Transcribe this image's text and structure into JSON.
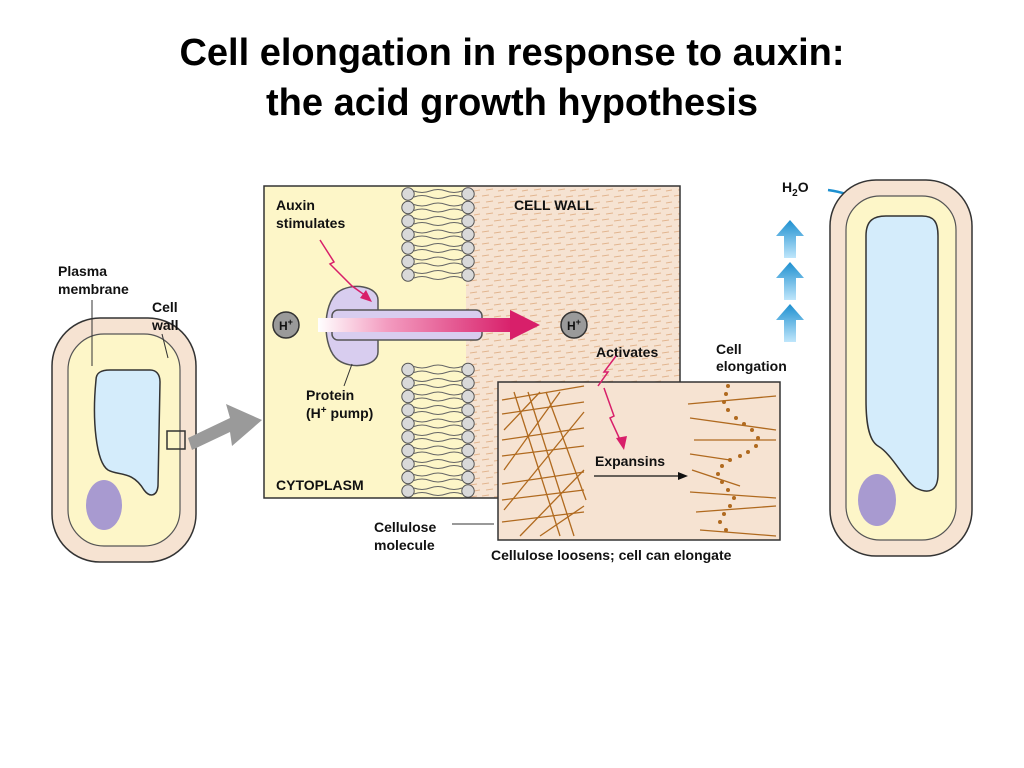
{
  "title": {
    "line1": "Cell elongation in response to auxin:",
    "line2": "the acid growth hypothesis"
  },
  "labels": {
    "plasma_membrane_line1": "Plasma",
    "plasma_membrane_line2": "membrane",
    "cell_wall_left_line1": "Cell",
    "cell_wall_left_line2": "wall",
    "auxin_line1": "Auxin",
    "auxin_line2": "stimulates",
    "cell_wall_header": "CELL WALL",
    "h_plus_left": "H",
    "h_plus_right": "H",
    "h_plus_sup": "+",
    "activates": "Activates",
    "protein_line1": "Protein",
    "protein_line2_pre": "(H",
    "protein_line2_sup": "+",
    "protein_line2_post": " pump)",
    "cytoplasm": "CYTOPLASM",
    "expansins": "Expansins",
    "cellulose_molecule_line1": "Cellulose",
    "cellulose_molecule_line2": "molecule",
    "cellulose_loosens": "Cellulose loosens; cell can elongate",
    "cell_elongation_line1": "Cell",
    "cell_elongation_line2": "elongation",
    "water_h": "H",
    "water_sub": "2",
    "water_o": "O"
  },
  "colors": {
    "cell_wall_fill": "#f6e3d2",
    "cytoplasm_fill": "#fdf6c8",
    "vacuole_fill": "#d4ecfb",
    "nucleus_fill": "#a89ad0",
    "protein_fill": "#d8cdef",
    "proton_arrow": "#d81f6a",
    "up_arrow": "#1e90d0",
    "fiber": "#b06a1f"
  }
}
